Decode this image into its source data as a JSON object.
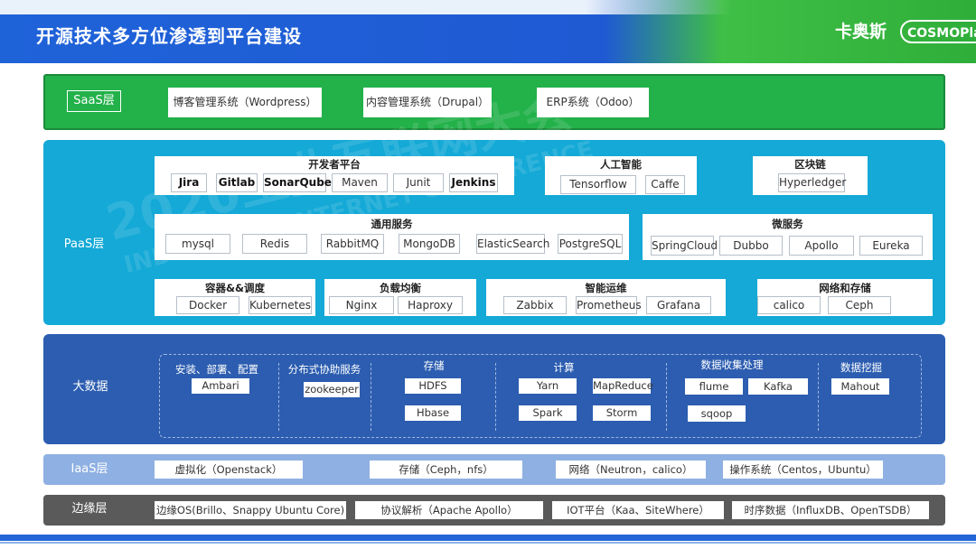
{
  "header": {
    "title": "开源技术多方位渗透到平台建设",
    "logo_cn": "卡奥斯",
    "logo_en": "COSMOPlat"
  },
  "watermark": {
    "line1": "2020工业互联网大会",
    "line2": "INDUSTRIAL INTERNET CONFERENCE"
  },
  "saas": {
    "label": "SaaS层",
    "items": [
      "博客管理系统（Wordpress）",
      "内容管理系统（Drupal）",
      "ERP系统（Odoo）"
    ]
  },
  "paas": {
    "label": "PaaS层",
    "dev": {
      "title": "开发者平台",
      "items": [
        "Jira",
        "Gitlab",
        "SonarQube",
        "Maven",
        "Junit",
        "Jenkins"
      ]
    },
    "ai": {
      "title": "人工智能",
      "items": [
        "Tensorflow",
        "Caffe"
      ]
    },
    "blockchain": {
      "title": "区块链",
      "items": [
        "Hyperledger"
      ]
    },
    "common": {
      "title": "通用服务",
      "items": [
        "mysql",
        "Redis",
        "RabbitMQ",
        "MongoDB",
        "ElasticSearch",
        "PostgreSQL"
      ]
    },
    "micro": {
      "title": "微服务",
      "items": [
        "SpringCloud",
        "Dubbo",
        "Apollo",
        "Eureka"
      ]
    },
    "container": {
      "title": "容器&&调度",
      "items": [
        "Docker",
        "Kubernetes"
      ]
    },
    "lb": {
      "title": "负载均衡",
      "items": [
        "Nginx",
        "Haproxy"
      ]
    },
    "ops": {
      "title": "智能运维",
      "items": [
        "Zabbix",
        "Prometheus",
        "Grafana"
      ]
    },
    "net": {
      "title": "网络和存储",
      "items": [
        "calico",
        "Ceph"
      ]
    }
  },
  "bigdata": {
    "label": "大数据",
    "install": {
      "title": "安装、部署、配置",
      "items": [
        "Ambari"
      ]
    },
    "coord": {
      "title": "分布式协助服务",
      "items": [
        "zookeeper"
      ]
    },
    "storage": {
      "title": "存储",
      "items": [
        "HDFS",
        "Hbase"
      ]
    },
    "compute": {
      "title": "计算",
      "items": [
        "Yarn",
        "MapReduce",
        "Spark",
        "Storm"
      ]
    },
    "collect": {
      "title": "数据收集处理",
      "items": [
        "flume",
        "Kafka",
        "sqoop"
      ]
    },
    "mining": {
      "title": "数据挖掘",
      "items": [
        "Mahout"
      ]
    }
  },
  "iaas": {
    "label": "IaaS层",
    "items": [
      "虚拟化（Openstack）",
      "存储（Ceph，nfs）",
      "网络（Neutron，calico）",
      "操作系统（Centos，Ubuntu）"
    ]
  },
  "edge": {
    "label": "边缘层",
    "items": [
      "边缘OS(Brillo、Snappy Ubuntu Core)",
      "协议解析（Apache Apollo）",
      "IOT平台（Kaa、SiteWhere）",
      "时序数据（InfluxDB、OpenTSDB）"
    ]
  },
  "colors": {
    "header_blue": "#1f63d9",
    "saas_green": "#23b14a",
    "paas_cyan": "#14a9d6",
    "bigdata_blue": "#2c5db0",
    "iaas_lightblue": "#8fb0e2",
    "edge_gray": "#5a5a5a"
  }
}
